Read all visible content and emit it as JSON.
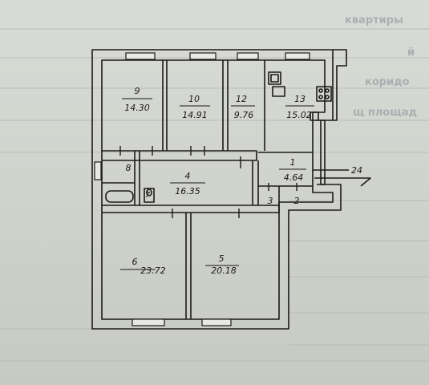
{
  "background_text": [
    "квартиры",
    "й",
    "коридо",
    "щ площад"
  ],
  "rooms": [
    {
      "number": "9",
      "area": "14.30"
    },
    {
      "number": "10",
      "area": "14.91"
    },
    {
      "number": "12",
      "area": "9.76"
    },
    {
      "number": "13",
      "area": "15.02"
    },
    {
      "number": "1",
      "area": "4.64"
    },
    {
      "number": "4",
      "area": "16.35"
    },
    {
      "number": "8",
      "area": ""
    },
    {
      "number": "7",
      "area": ""
    },
    {
      "number": "3",
      "area": ""
    },
    {
      "number": "2",
      "area": ""
    },
    {
      "number": "6",
      "area": "23.72"
    },
    {
      "number": "5",
      "area": "20.18"
    }
  ],
  "annotation": "24",
  "colors": {
    "ink": "#1a1a1a",
    "paper": "#d4d6d1",
    "faded": "#8b8f96"
  }
}
